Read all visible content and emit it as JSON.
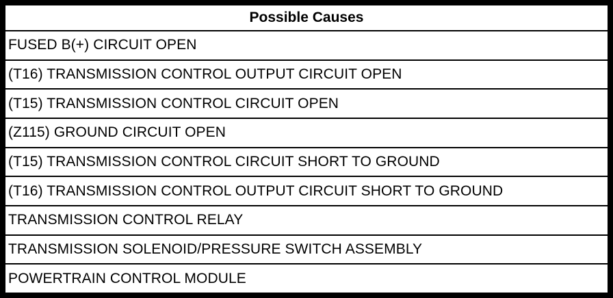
{
  "table": {
    "header": "Possible Causes",
    "rows": [
      "FUSED B(+) CIRCUIT OPEN",
      "(T16) TRANSMISSION CONTROL OUTPUT CIRCUIT OPEN",
      "(T15) TRANSMISSION CONTROL CIRCUIT OPEN",
      "(Z115) GROUND CIRCUIT OPEN",
      "(T15) TRANSMISSION CONTROL CIRCUIT SHORT TO GROUND",
      "(T16) TRANSMISSION CONTROL OUTPUT CIRCUIT SHORT TO GROUND",
      "TRANSMISSION CONTROL RELAY",
      "TRANSMISSION SOLENOID/PRESSURE SWITCH ASSEMBLY",
      "POWERTRAIN CONTROL MODULE"
    ]
  },
  "colors": {
    "border": "#000000",
    "background": "#ffffff",
    "text": "#000000"
  }
}
